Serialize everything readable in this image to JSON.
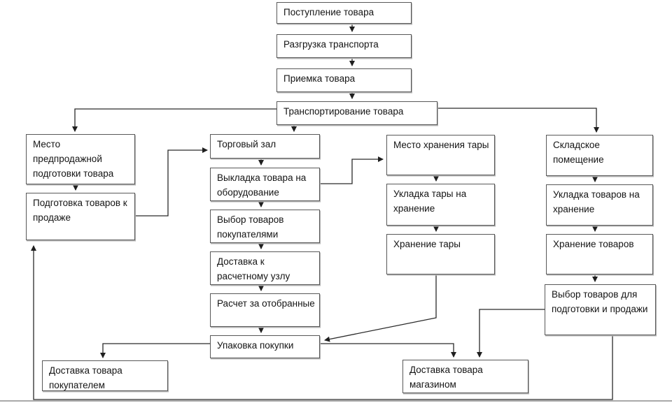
{
  "diagram": {
    "description": "Flowchart of goods movement process in a store",
    "colors": {
      "background": "#ffffff",
      "box_border": "#585858",
      "box_shadow": "#b3b3b3",
      "line": "#262626",
      "text": "#141414",
      "bottom_rule": "#a9a9a9"
    },
    "nodes": [
      {
        "id": "postuplenie",
        "label": "Поступление товара"
      },
      {
        "id": "razgruzka",
        "label": "Разгрузка транспорта"
      },
      {
        "id": "priemka",
        "label": "Приемка товара"
      },
      {
        "id": "transportirovanie",
        "label": "Транспортирование товара"
      },
      {
        "id": "mesto-predprodazhnoy",
        "label": "Место предпродажной подготовки товара"
      },
      {
        "id": "podgotovka-tovarov",
        "label": "Подготовка товаров к продаже"
      },
      {
        "id": "torgovy-zal",
        "label": "Торговый зал"
      },
      {
        "id": "vykladka",
        "label": "Выкладка товара на оборудование"
      },
      {
        "id": "vybor-pokupatelyami",
        "label": "Выбор товаров покупателями"
      },
      {
        "id": "dostavka-uzel",
        "label": "Доставка к расчетному узлу"
      },
      {
        "id": "raschet",
        "label": "Расчет за отобранные"
      },
      {
        "id": "upakovka",
        "label": "Упаковка покупки"
      },
      {
        "id": "mesto-tary",
        "label": "Место хранения тары"
      },
      {
        "id": "ukladka-tary",
        "label": "Укладка тары на хранение"
      },
      {
        "id": "khranenie-tary",
        "label": "Хранение тары"
      },
      {
        "id": "sklad",
        "label": "Складское помещение"
      },
      {
        "id": "ukladka-tovarov",
        "label": "Укладка товаров на хранение"
      },
      {
        "id": "khranenie-tovarov",
        "label": "Хранение товаров"
      },
      {
        "id": "vybor-dlya-podgotovki",
        "label": "Выбор товаров для подготовки и продажи"
      },
      {
        "id": "dostavka-pokupatelem",
        "label": "Доставка товара покупателем"
      },
      {
        "id": "dostavka-magazinom",
        "label": "Доставка товара магазином"
      }
    ],
    "edges": [
      {
        "from": "postuplenie",
        "to": "razgruzka"
      },
      {
        "from": "razgruzka",
        "to": "priemka"
      },
      {
        "from": "priemka",
        "to": "transportirovanie"
      },
      {
        "from": "transportirovanie",
        "to": "mesto-predprodazhnoy"
      },
      {
        "from": "transportirovanie",
        "to": "sklad"
      },
      {
        "from": "transportirovanie",
        "to": "torgovy-zal"
      },
      {
        "from": "torgovy-zal",
        "to": "vykladka"
      },
      {
        "from": "vykladka",
        "to": "vybor-pokupatelyami"
      },
      {
        "from": "vybor-pokupatelyami",
        "to": "dostavka-uzel"
      },
      {
        "from": "dostavka-uzel",
        "to": "raschet"
      },
      {
        "from": "raschet",
        "to": "upakovka"
      },
      {
        "from": "mesto-predprodazhnoy",
        "to": "podgotovka-tovarov"
      },
      {
        "from": "podgotovka-tovarov",
        "to": "torgovy-zal"
      },
      {
        "from": "vykladka",
        "to": "mesto-tary"
      },
      {
        "from": "mesto-tary",
        "to": "ukladka-tary"
      },
      {
        "from": "ukladka-tary",
        "to": "khranenie-tary"
      },
      {
        "from": "sklad",
        "to": "ukladka-tovarov"
      },
      {
        "from": "ukladka-tovarov",
        "to": "khranenie-tovarov"
      },
      {
        "from": "khranenie-tovarov",
        "to": "vybor-dlya-podgotovki"
      },
      {
        "from": "khranenie-tary",
        "to": "upakovka"
      },
      {
        "from": "upakovka",
        "to": "dostavka-magazinom"
      },
      {
        "from": "vybor-dlya-podgotovki",
        "to": "dostavka-magazinom"
      },
      {
        "from": "upakovka",
        "to": "dostavka-pokupatelem"
      },
      {
        "from": "vybor-dlya-podgotovki",
        "to": "podgotovka-tovarov"
      }
    ]
  }
}
